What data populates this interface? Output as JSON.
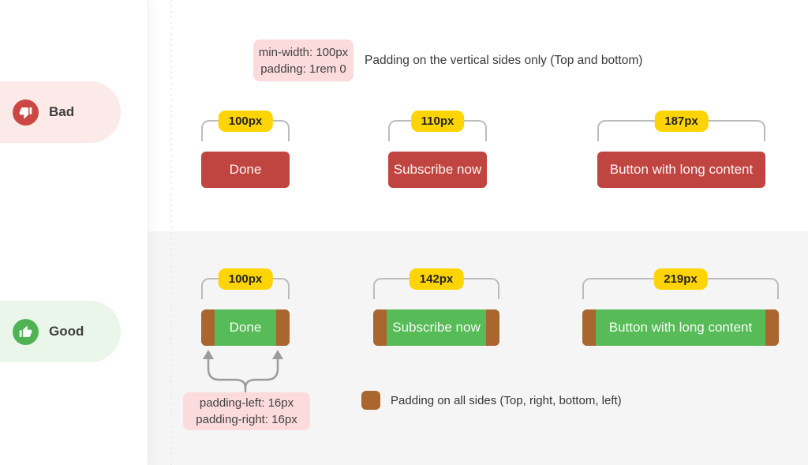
{
  "sidebar": {
    "bad_label": "Bad",
    "good_label": "Good"
  },
  "bad_section": {
    "code_line1": "min-width: 100px",
    "code_line2": "padding: 1rem 0",
    "caption": "Padding on the vertical sides only (Top and bottom)",
    "buttons": [
      {
        "label": "Done",
        "width_label": "100px"
      },
      {
        "label": "Subscribe now",
        "width_label": "110px"
      },
      {
        "label": "Button with long content",
        "width_label": "187px"
      }
    ]
  },
  "good_section": {
    "buttons": [
      {
        "label": "Done",
        "width_label": "100px"
      },
      {
        "label": "Subscribe now",
        "width_label": "142px"
      },
      {
        "label": "Button with long content",
        "width_label": "219px"
      }
    ],
    "padding_note_line1": "padding-left: 16px",
    "padding_note_line2": "padding-right: 16px",
    "legend_label": "Padding on all sides (Top, right, bottom, left)"
  },
  "colors": {
    "bad_button": "#c04541",
    "good_button": "#57bb58",
    "padding_fill": "#a9662f",
    "width_label_bg": "#ffd404",
    "note_bg": "#fbdbdb",
    "bad_pill_bg": "#fbeae8",
    "good_pill_bg": "#eaf6ea",
    "gray_panel": "#f5f5f6"
  }
}
